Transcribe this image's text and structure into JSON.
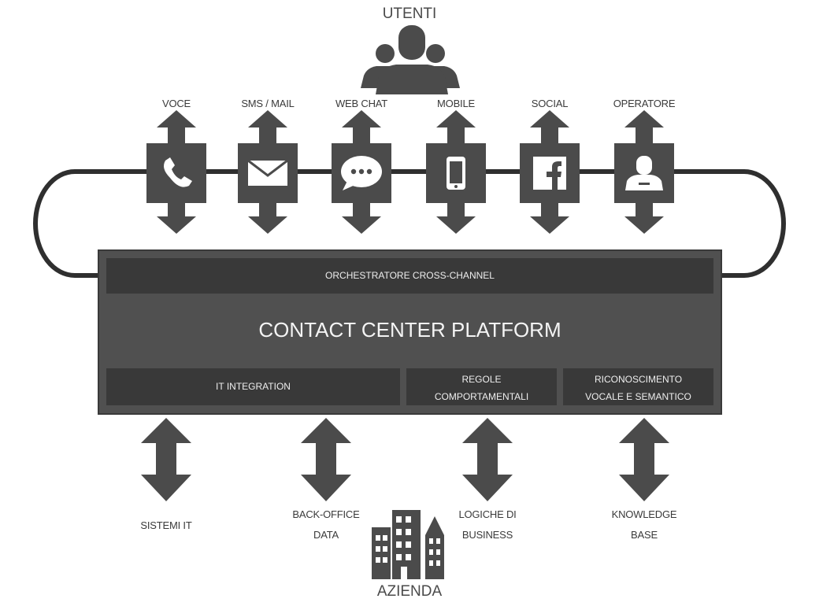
{
  "users": {
    "label": "UTENTI",
    "icon": "users-icon"
  },
  "company": {
    "label": "AZIENDA",
    "icon": "buildings-icon"
  },
  "channels": [
    {
      "label": "VOCE",
      "icon": "phone-icon"
    },
    {
      "label": "SMS / MAIL",
      "icon": "mail-icon"
    },
    {
      "label": "WEB CHAT",
      "icon": "chat-icon"
    },
    {
      "label": "MOBILE",
      "icon": "mobile-icon"
    },
    {
      "label": "SOCIAL",
      "icon": "facebook-icon"
    },
    {
      "label": "OPERATORE",
      "icon": "operator-icon"
    }
  ],
  "platform": {
    "orchestrator": "ORCHESTRATORE CROSS-CHANNEL",
    "title": "CONTACT CENTER PLATFORM",
    "modules": [
      {
        "label": "IT INTEGRATION"
      },
      {
        "line1": "REGOLE",
        "line2": "COMPORTAMENTALI"
      },
      {
        "line1": "RICONOSCIMENTO",
        "line2": "VOCALE E SEMANTICO"
      }
    ]
  },
  "backend": [
    {
      "line1": "SISTEMI IT",
      "line2": ""
    },
    {
      "line1": "BACK-OFFICE",
      "line2": "DATA"
    },
    {
      "line1": "LOGICHE DI",
      "line2": "BUSINESS"
    },
    {
      "line1": "KNOWLEDGE",
      "line2": "BASE"
    }
  ],
  "colors": {
    "dark": "#4b4b4b",
    "panel": "#505050",
    "band": "#393939",
    "ring": "#2f2f2f",
    "text_light": "#f2f2f2"
  }
}
